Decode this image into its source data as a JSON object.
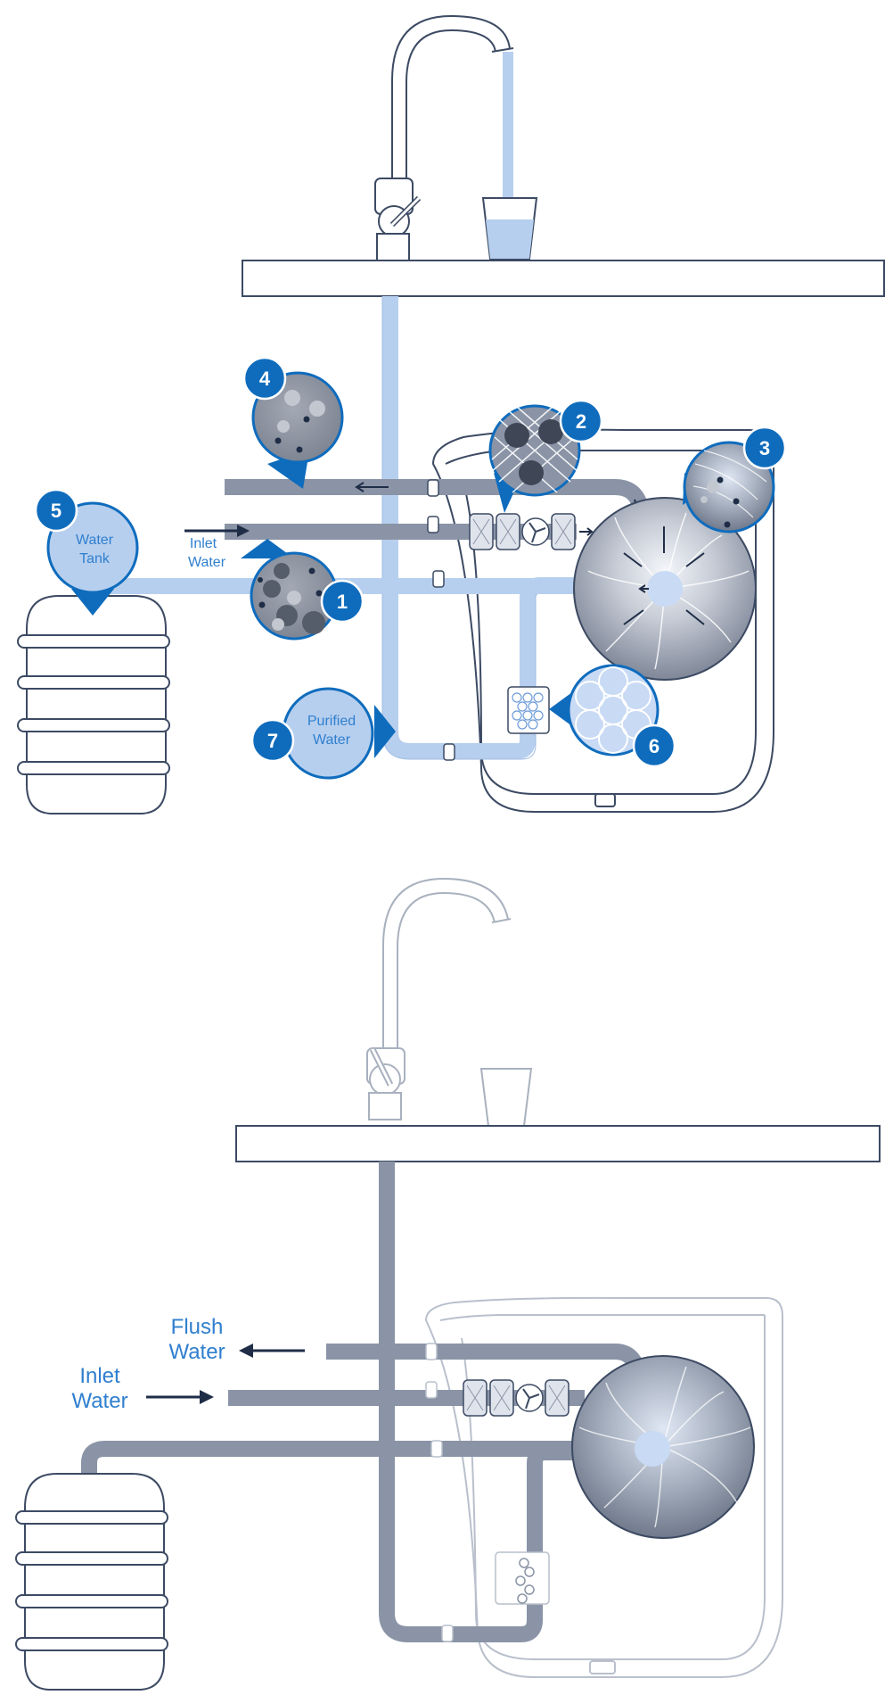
{
  "colors": {
    "dark_blue": "#0f6cbd",
    "light_blue": "#b7cfee",
    "light_blue_fill": "#c8daf4",
    "gray_pipe": "#8a94a6",
    "gray_pipe_dark": "#7b8598",
    "outline": "#3c4a63",
    "navy_arrow": "#1f2d47",
    "label_blue": "#2f7fcf"
  },
  "top_diagram": {
    "inlet_label_line1": "Inlet",
    "inlet_label_line2": "Water",
    "markers": [
      {
        "number": "1"
      },
      {
        "number": "2"
      },
      {
        "number": "3"
      },
      {
        "number": "4"
      },
      {
        "number": "5",
        "text_line1": "Water",
        "text_line2": "Tank"
      },
      {
        "number": "6"
      },
      {
        "number": "7",
        "text_line1": "Purified",
        "text_line2": "Water"
      }
    ]
  },
  "bottom_diagram": {
    "flush_label_line1": "Flush",
    "flush_label_line2": "Water",
    "inlet_label_line1": "Inlet",
    "inlet_label_line2": "Water"
  }
}
